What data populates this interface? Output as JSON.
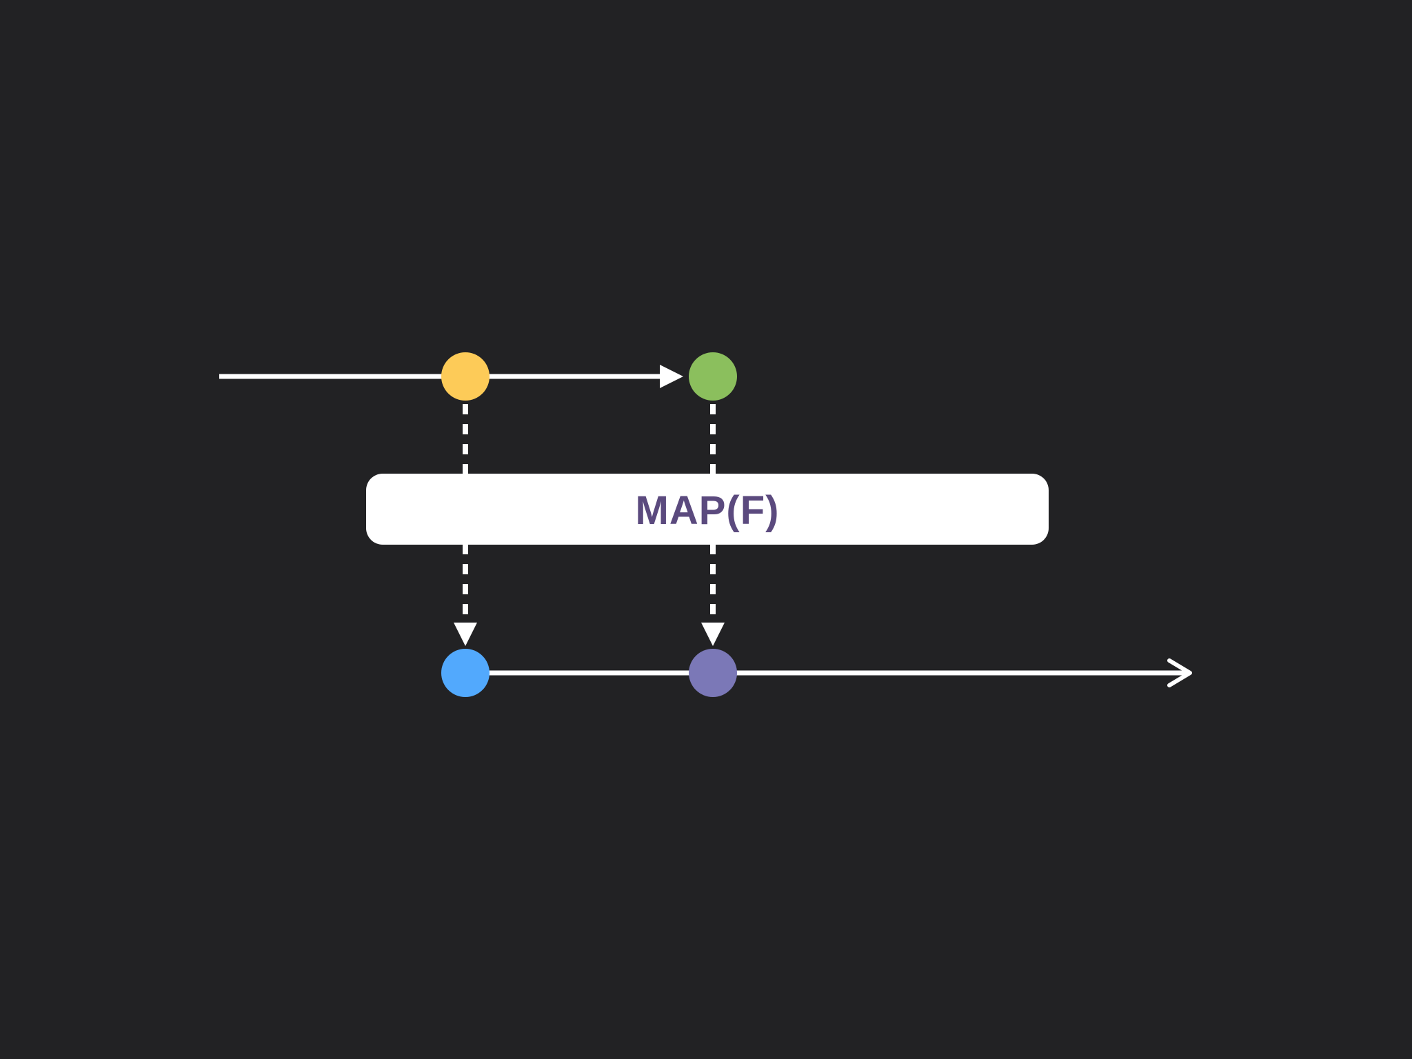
{
  "colors": {
    "background": "#222224",
    "line": "#ffffff",
    "operator_box": "#ffffff",
    "operator_text": "#5b4a7e"
  },
  "input_stream": {
    "items": [
      {
        "name": "yellow-marble",
        "color": "#fdcb58"
      },
      {
        "name": "green-marble",
        "color": "#8bbf5d"
      }
    ]
  },
  "operator": {
    "label": "MAP(F)"
  },
  "output_stream": {
    "items": [
      {
        "name": "blue-marble",
        "color": "#52a9fd"
      },
      {
        "name": "purple-marble",
        "color": "#7b78b7"
      }
    ]
  }
}
